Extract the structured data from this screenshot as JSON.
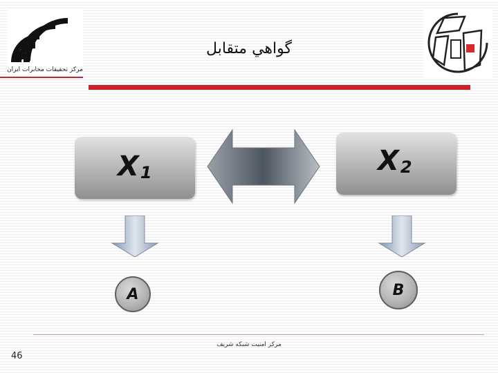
{
  "header": {
    "title": "گواهي متقابل",
    "left_logo_caption": "مرکز تحقیقات مخابرات ایران"
  },
  "diagram": {
    "left_box_var": "X",
    "left_box_sub": "1",
    "right_box_var": "X",
    "right_box_sub": "2",
    "left_circle_label": "A",
    "right_circle_label": "B"
  },
  "footer": {
    "text": "مرکز امنیت شبکه شریف",
    "page_number": "46"
  },
  "colors": {
    "accent_red": "#cc1f2a",
    "box_gray": "#a8a8a8"
  }
}
